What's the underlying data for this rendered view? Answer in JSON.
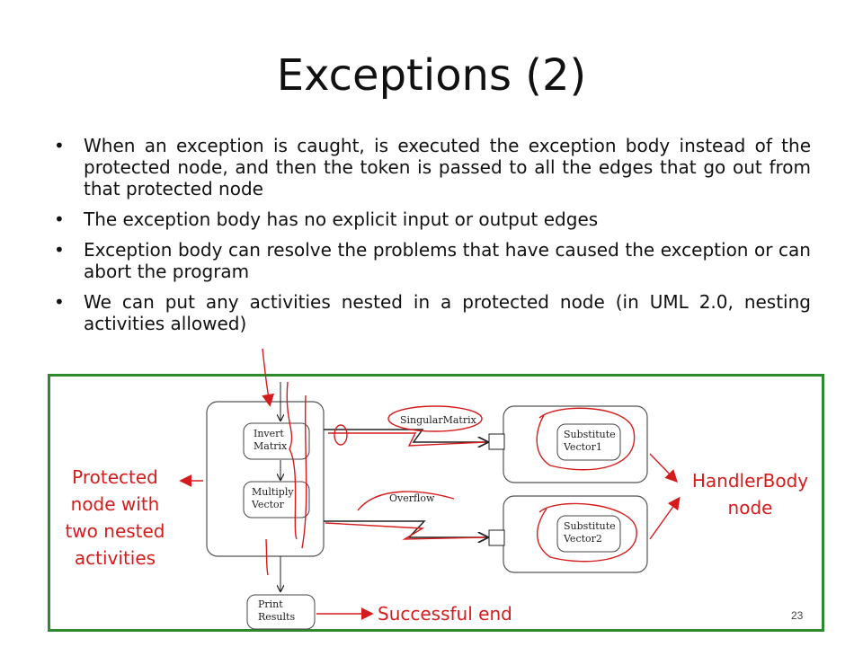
{
  "title": "Exceptions (2)",
  "bullets": [
    "When an exception is caught, is executed the exception body instead of the protected node, and then the token is passed to all the edges that go out from that protected node",
    "The exception body has no explicit input or output edges",
    "Exception body can resolve the problems that have caused the exception or can abort the program",
    "We can put any activities nested in a protected node (in UML 2.0, nesting activities allowed)"
  ],
  "diagram": {
    "nodes": {
      "invert_line1": "Invert",
      "invert_line2": "Matrix",
      "multiply_line1": "Multiply",
      "multiply_line2": "Vector",
      "sub1_line1": "Substitute",
      "sub1_line2": "Vector1",
      "sub2_line1": "Substitute",
      "sub2_line2": "Vector2",
      "print_line1": "Print",
      "print_line2": "Results"
    },
    "exceptions": {
      "singular": "SingularMatrix",
      "overflow": "Overflow"
    }
  },
  "annotations": {
    "protected_lines": [
      "Protected",
      "node with",
      "two nested",
      "activities"
    ],
    "handler_lines": [
      "HandlerBody",
      "node"
    ],
    "successful_end": "Successful end"
  },
  "page_number": "23",
  "colors": {
    "frame": "#2c8a2c",
    "annotation": "#d41c1c",
    "text": "#111111"
  }
}
